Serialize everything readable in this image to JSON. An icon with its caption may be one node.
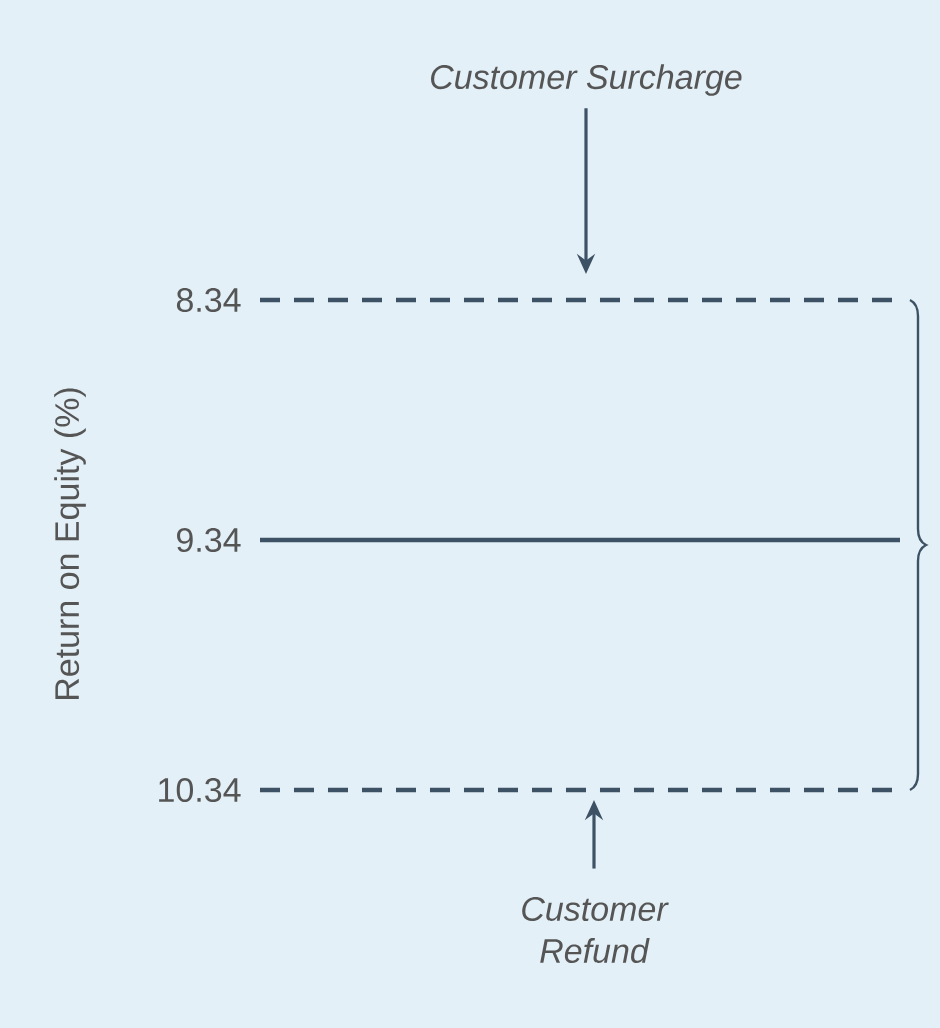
{
  "diagram": {
    "nodes": [
      {
        "text": [
          "Customer Surcharge"
        ]
      },
      {
        "text": [
          "Customer Refund"
        ]
      }
    ],
    "edges": [
      {
        "from": 0,
        "to": null,
        "arrow": "to"
      },
      {
        "from": 1,
        "to": null,
        "arrow": "to"
      }
    ],
    "labels": [
      "8.34",
      "9.34",
      "10.34",
      "Return on Equity (%)"
    ]
  }
}
